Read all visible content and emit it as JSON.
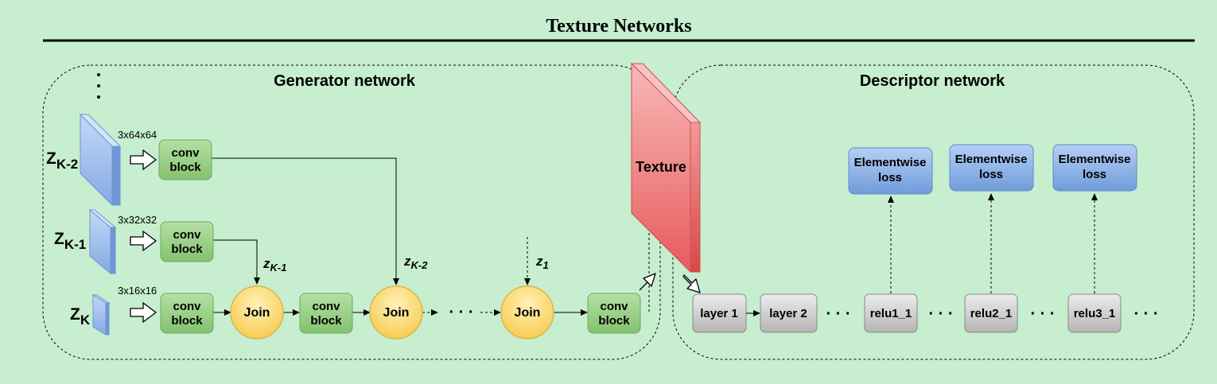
{
  "title": "Texture Networks",
  "generator": {
    "title": "Generator network",
    "inputs": [
      {
        "name": "Z",
        "sub": "K-2",
        "size": "3x64x64"
      },
      {
        "name": "Z",
        "sub": "K-1",
        "size": "3x32x32"
      },
      {
        "name": "Z",
        "sub": "K",
        "size": "3x16x16"
      }
    ],
    "conv_line1": "conv",
    "conv_line2": "block",
    "join_label": "Join",
    "skip_labels": [
      {
        "name": "z",
        "sub": "K-1"
      },
      {
        "name": "z",
        "sub": "K-2"
      },
      {
        "name": "z",
        "sub": "1"
      }
    ],
    "dots": "· · ·"
  },
  "texture": {
    "label": "Texture"
  },
  "descriptor": {
    "title": "Descriptor network",
    "layers": [
      "layer 1",
      "layer 2",
      "relu1_1",
      "relu2_1",
      "relu3_1"
    ],
    "loss_line1": "Elementwise",
    "loss_line2": "loss",
    "dots": "· · ·"
  },
  "colors": {
    "background": "#c6eecf",
    "green_block": "#98cf86",
    "join": "#fcd970",
    "texture": "#ec6b6b",
    "input_block": "#8fb3e6",
    "loss_block": "#7ea7e0",
    "layer_block": "#c6c6c6"
  }
}
